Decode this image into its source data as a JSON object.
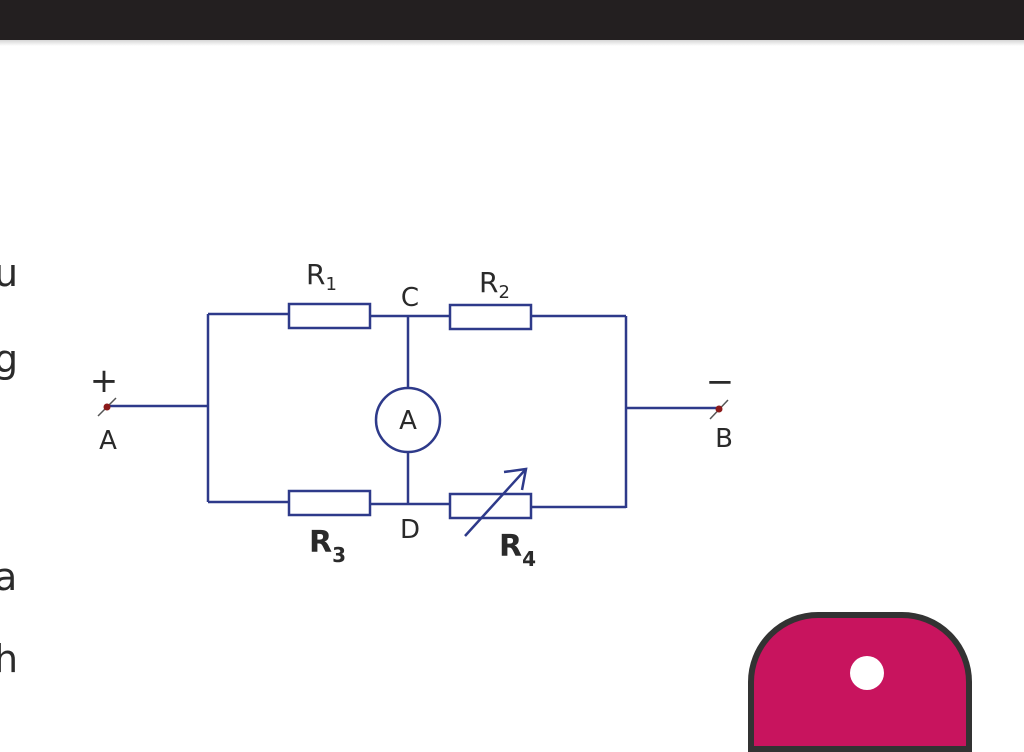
{
  "side_text": [
    "u",
    "g",
    "a",
    "h"
  ],
  "circuit": {
    "terminal_a": {
      "label": "A",
      "sign": "+"
    },
    "terminal_b": {
      "label": "B",
      "sign": "−"
    },
    "node_c": "C",
    "node_d": "D",
    "ammeter": "A",
    "resistors": [
      {
        "letter": "R",
        "sub": "1"
      },
      {
        "letter": "R",
        "sub": "2"
      },
      {
        "letter": "R",
        "sub": "3"
      },
      {
        "letter": "R",
        "sub": "4",
        "variable": true
      }
    ]
  },
  "colors": {
    "wire": "#2e3a8a",
    "top_bar": "#231f20",
    "widget": "#c8145e"
  }
}
